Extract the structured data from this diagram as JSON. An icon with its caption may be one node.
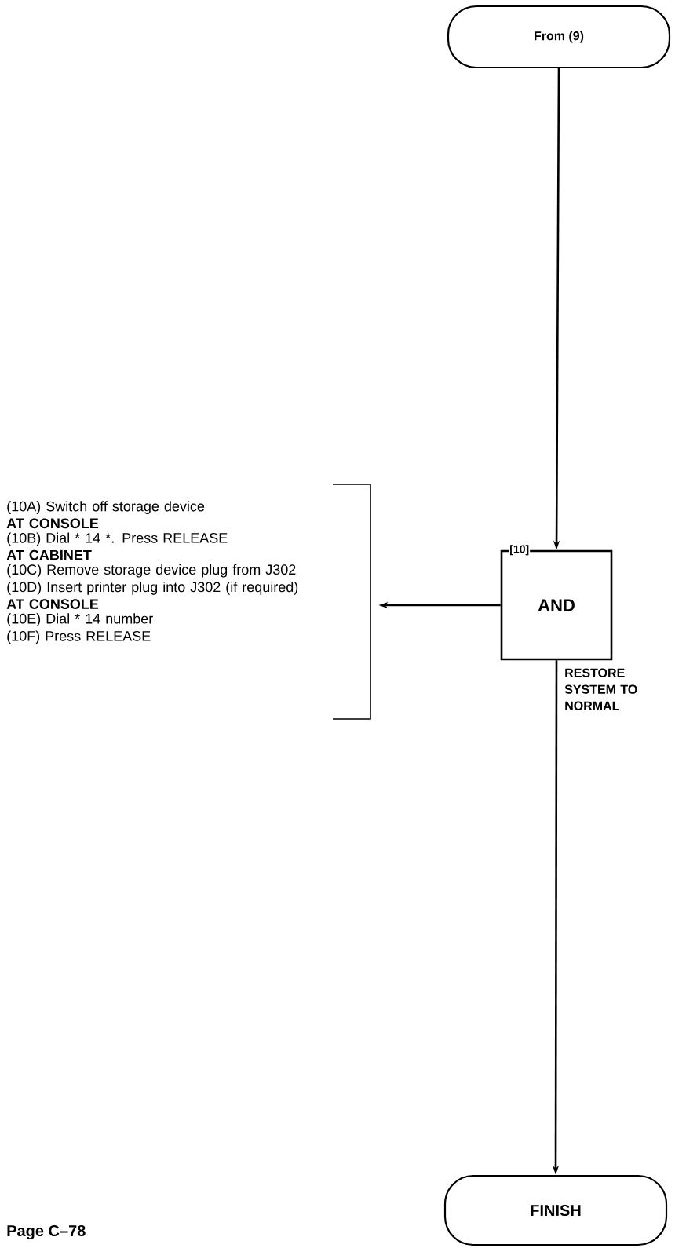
{
  "diagram": {
    "nodes": [
      {
        "text": [
          "From (9)"
        ]
      },
      {
        "text": [
          "[10]",
          "AND"
        ]
      },
      {
        "text": [
          "(10A) Switch off storage device",
          "AT CONSOLE",
          "(10B) Dial * 14 *. Press RELEASE",
          "AT CABINET",
          "(10C) Remove storage device plug from J302",
          "(10D) Insert printer plug into J302 (if required)",
          "AT CONSOLE",
          "(10E) Dial * 14 number",
          "(10F) Press RELEASE"
        ]
      },
      {
        "text": [
          "FINISH"
        ]
      }
    ],
    "edges": [
      {
        "from": 0,
        "to": 1,
        "arrow": "to"
      },
      {
        "from": 1,
        "to": 2,
        "arrow": "to"
      },
      {
        "from": 1,
        "to": 3,
        "arrow": "to",
        "label": "RESTORE SYSTEM TO NORMAL"
      }
    ],
    "labels": [
      "Page C–78"
    ]
  }
}
